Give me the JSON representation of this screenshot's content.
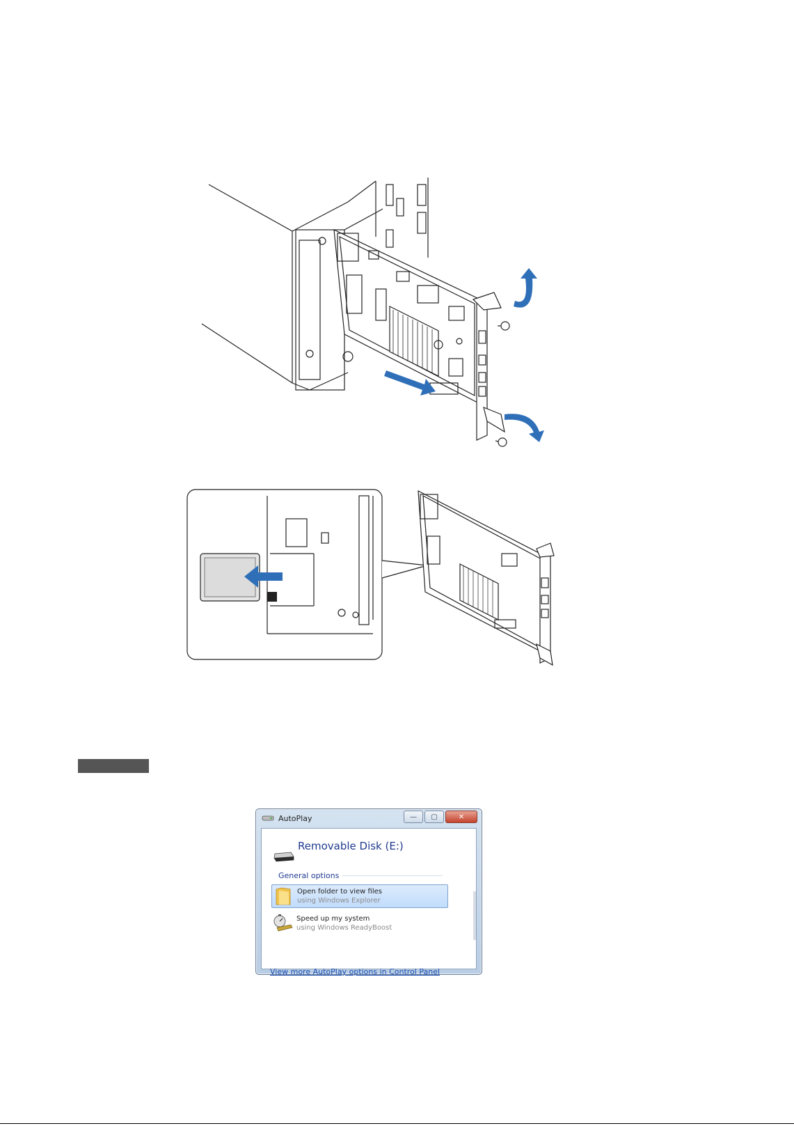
{
  "autoplay": {
    "window_title": "AutoPlay",
    "controls": {
      "minimize": "—",
      "maximize": "▢",
      "close": "✕"
    },
    "device_name": "Removable Disk (E:)",
    "section_label": "General options",
    "options": [
      {
        "label": "Open folder to view files",
        "sublabel": "using Windows Explorer",
        "selected": true,
        "icon": "folder-icon"
      },
      {
        "label": "Speed up my system",
        "sublabel": "using Windows ReadyBoost",
        "selected": false,
        "icon": "readyboost-icon"
      }
    ],
    "more_link": "View more AutoPlay options in Control Panel"
  },
  "colors": {
    "arrow": "#2f6fb8",
    "heading_bar": "#555555",
    "link": "#1a4fb3",
    "title_blue": "#1f3a8f"
  }
}
